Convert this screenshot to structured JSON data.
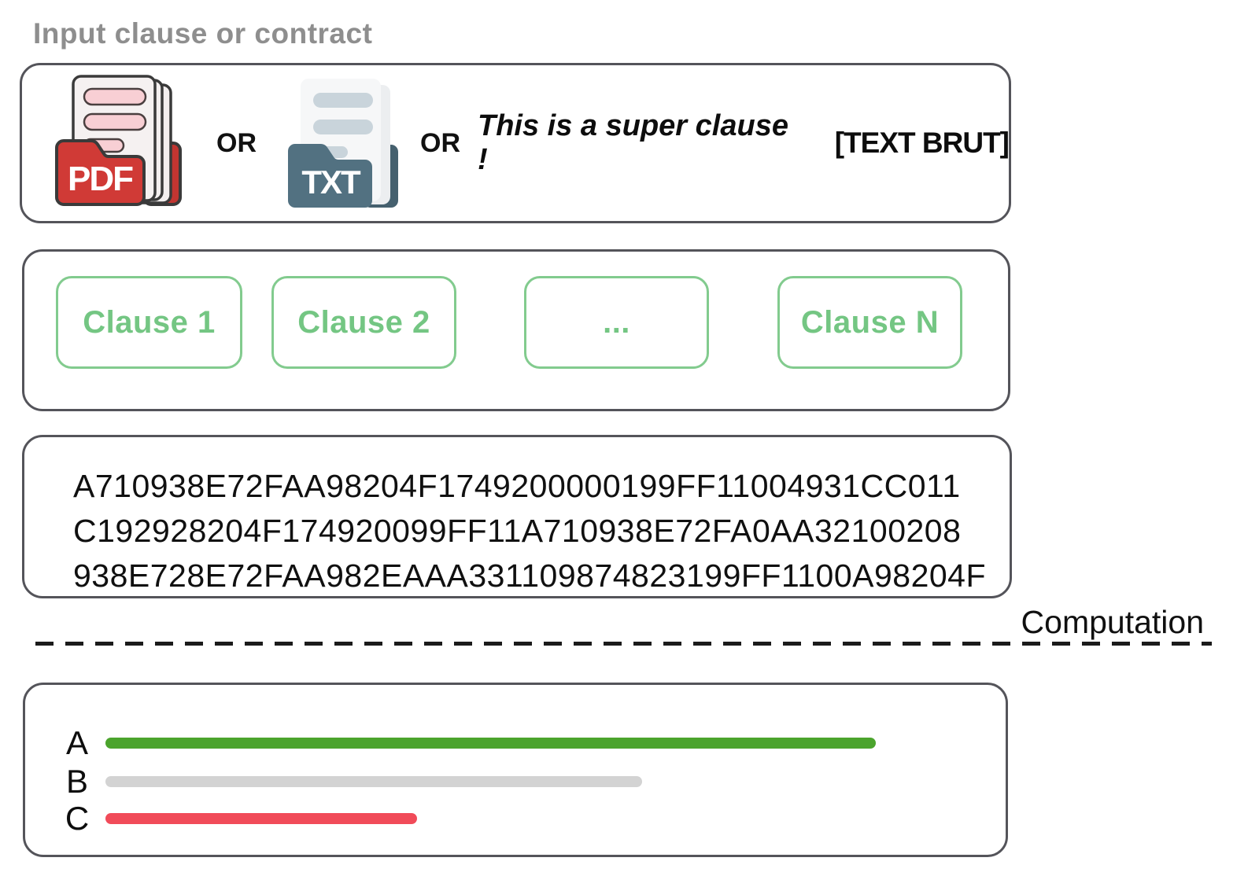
{
  "header": {
    "label": "Input clause or contract",
    "label_color": "#8e8e8e"
  },
  "input_box": {
    "pdf_icon_label": "PDF",
    "txt_icon_label": "TXT",
    "or_labels": [
      "OR",
      "OR"
    ],
    "sample_clause": "This is a super clause !",
    "raw_text_tag": "[TEXT BRUT]",
    "pdf_color": "#d03a36",
    "txt_color": "#527181"
  },
  "clause_box": {
    "items": [
      "Clause 1",
      "Clause 2",
      "...",
      "Clause N"
    ],
    "accent_color": "#82cb8e"
  },
  "hash_box": {
    "lines": [
      "A710938E72FAA98204F1749200000199FF11004931CC011",
      "C192928204F174920099FF11A710938E72FA0AA32100208",
      "938E728E72FAA982EAAA331109874823199FF1100A98204F"
    ]
  },
  "separator": {
    "label": "Computation"
  },
  "chart_data": {
    "type": "bar",
    "orientation": "horizontal",
    "categories": [
      "A",
      "B",
      "C"
    ],
    "values": [
      89,
      62,
      36
    ],
    "value_unit": "percent of track width (relative bar lengths read from pixels)",
    "colors": [
      "#4ba42d",
      "#d3d3d3",
      "#f14b59"
    ],
    "xlim": [
      0,
      100
    ],
    "title": "",
    "grid": false,
    "legend": false
  }
}
